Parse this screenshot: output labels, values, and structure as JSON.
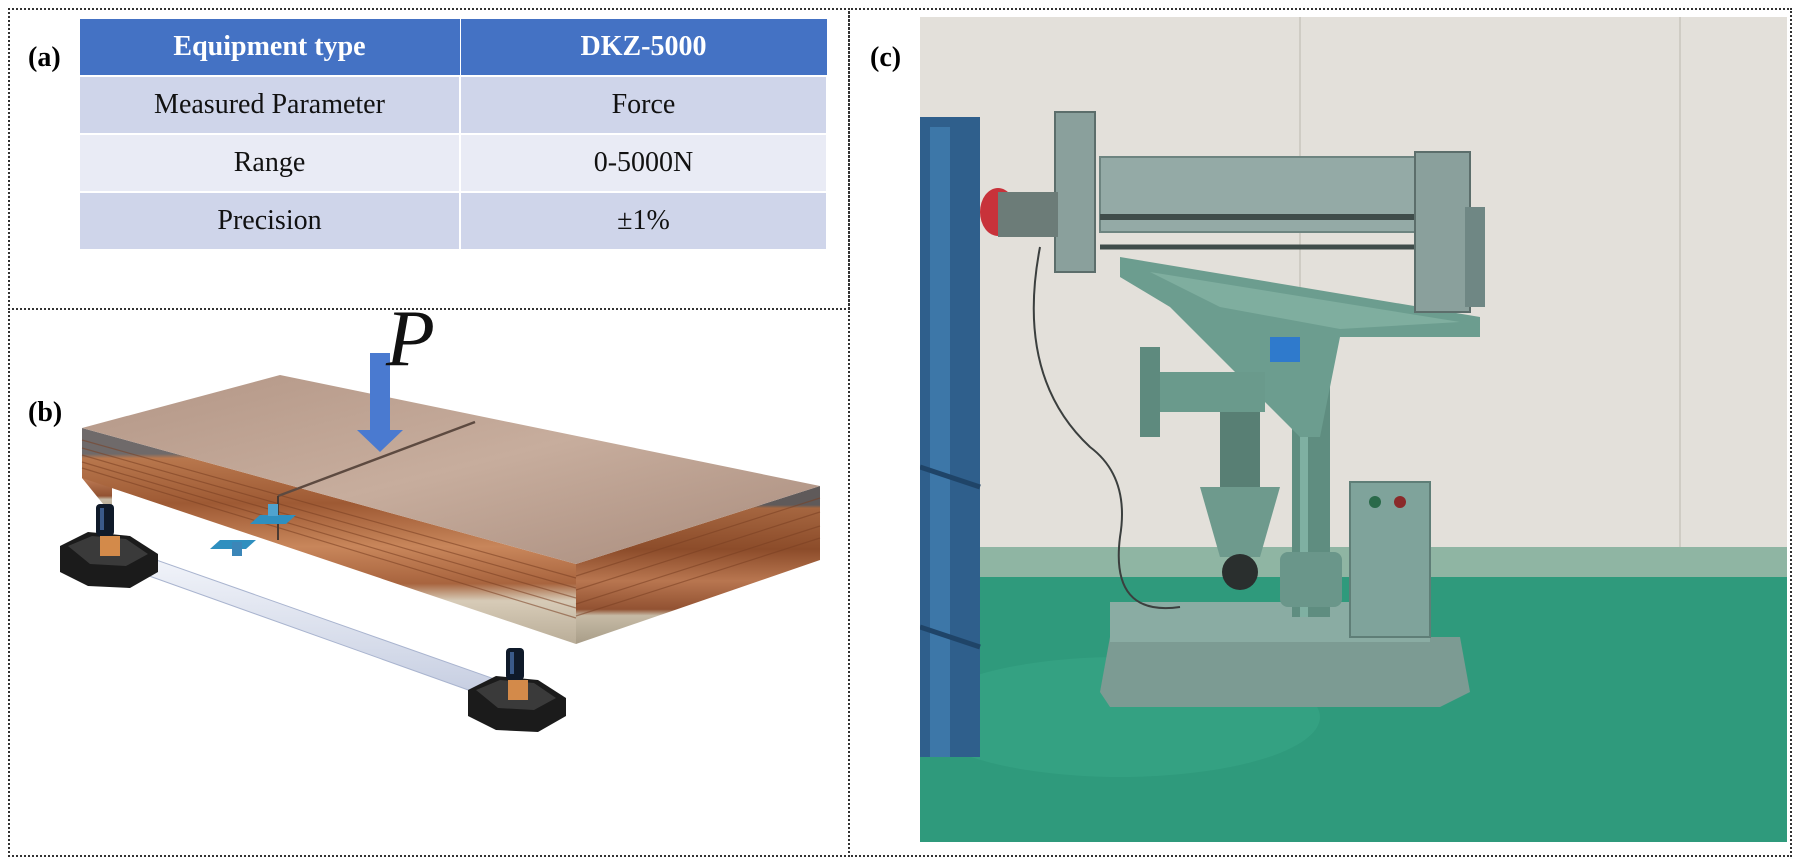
{
  "panels": {
    "a": "(a)",
    "b": "(b)",
    "c": "(c)"
  },
  "table": {
    "headers": [
      "Equipment type",
      "DKZ-5000"
    ],
    "rows": [
      [
        "Measured Parameter",
        "Force"
      ],
      [
        "Range",
        "0-5000N"
      ],
      [
        "Precision",
        "±1%"
      ]
    ]
  },
  "diagram": {
    "load_symbol": "P"
  },
  "colors": {
    "header_blue": "#4472c4",
    "row_odd": "#cfd5ea",
    "row_even": "#e9ebf5",
    "arrow_blue": "#4a7ad0",
    "machine_green": "#6e9d8e",
    "floor_green": "#2f9a7c"
  }
}
